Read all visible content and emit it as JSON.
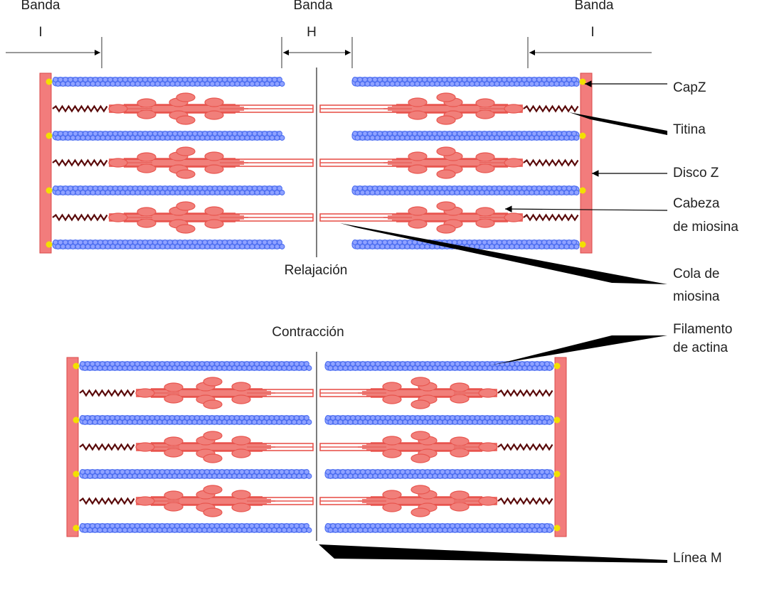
{
  "colors": {
    "actin": "#4a6cf0",
    "actin_fill": "#8fa2ff",
    "myosin": "#e8554e",
    "myosin_fill": "#f17f7a",
    "z_disc": "#f27c7c",
    "capz": "#f2e000",
    "titin": "#5a0a0a",
    "arrow": "#000000"
  },
  "bands": {
    "left_title": "Banda",
    "left_letter": "I",
    "center_title": "Banda",
    "center_letter": "H",
    "right_title": "Banda",
    "right_letter": "I"
  },
  "states": {
    "relaxed": "Relajación",
    "contracted": "Contracción"
  },
  "labels": {
    "capz": "CapZ",
    "titin": "Titina",
    "z_disc": "Disco Z",
    "myosin_head_1": "Cabeza",
    "myosin_head_2": "de miosina",
    "myosin_tail_1": "Cola de",
    "myosin_tail_2": "miosina",
    "actin_1": "Filamento",
    "actin_2": "de actina",
    "m_line": "Línea M"
  }
}
